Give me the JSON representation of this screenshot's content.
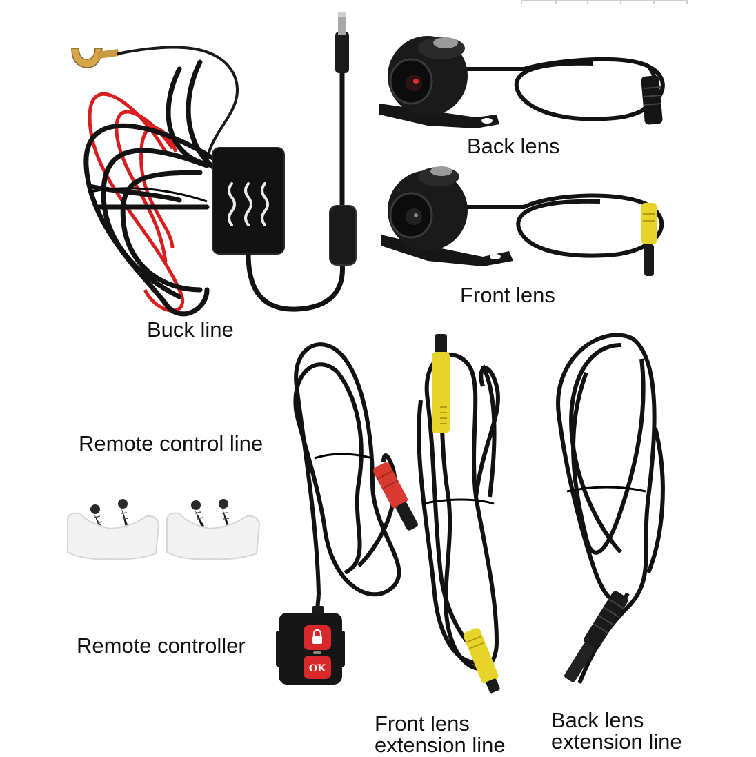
{
  "labels": {
    "back_lens": "Back lens",
    "front_lens": "Front lens",
    "buck_line": "Buck line",
    "remote_control_line": "Remote control line",
    "remote_controller": "Remote controller",
    "front_ext_line1": "Front lens",
    "front_ext_line2": "extension line",
    "back_ext_line1": "Back lens",
    "back_ext_line2": "extension line"
  },
  "remote": {
    "ok_text": "OK"
  },
  "icons": {
    "lock": "lock-icon",
    "heat": "heat-wave-icon"
  },
  "colors": {
    "cable": "#111111",
    "red_wire": "#d81e1e",
    "yellow_connector": "#e8d32a",
    "red_connector": "#d83a30",
    "button_red": "#d8282a",
    "background": "#ffffff"
  }
}
